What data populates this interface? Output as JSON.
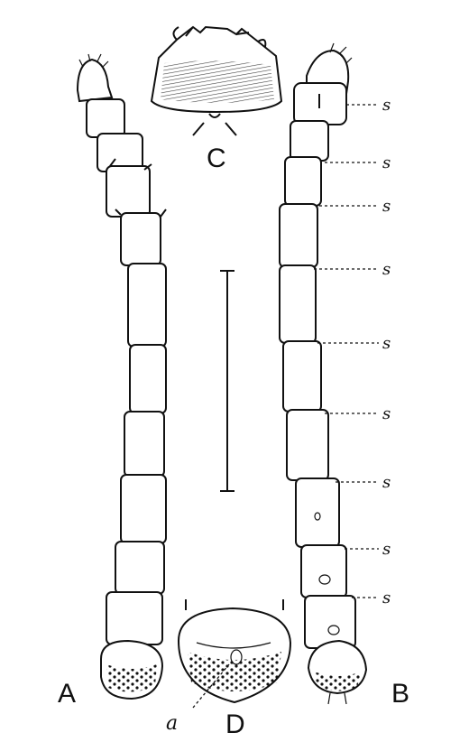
{
  "labels": {
    "figure_a": "A",
    "figure_b": "B",
    "figure_c": "C",
    "figure_d": "D",
    "pointer_a": "a",
    "segment_mark": "s"
  },
  "segment_mark_count": 9
}
